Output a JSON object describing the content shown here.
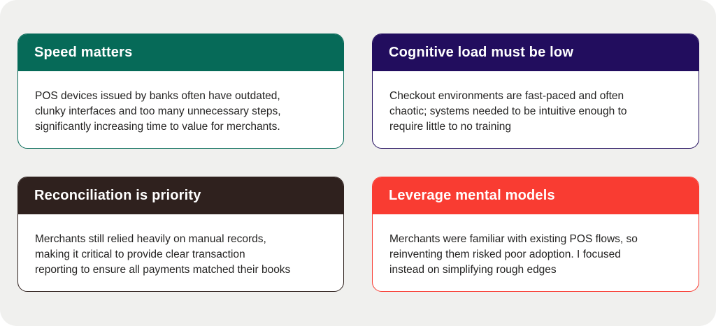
{
  "page": {
    "background_color": "#F0F0EE",
    "card_body_background": "#ffffff",
    "header_text_color": "#ffffff",
    "body_text_color": "#242322"
  },
  "cards": [
    {
      "title": "Speed matters",
      "body": "POS devices issued by banks often have outdated,\nclunky interfaces and too many unnecessary steps,\nsignificantly increasing time to value for merchants.",
      "color": "#066A58"
    },
    {
      "title": "Cognitive load must be low",
      "body": "Checkout environments are fast-paced and often\nchaotic; systems needed to be intuitive enough to\nrequire little to no training",
      "color": "#220D5E"
    },
    {
      "title": "Reconciliation is priority",
      "body": "Merchants still relied heavily on manual records,\nmaking it critical to provide clear transaction\nreporting to ensure all payments matched their books",
      "color": "#2F211E"
    },
    {
      "title": "Leverage mental models",
      "body": "Merchants were familiar with existing POS flows, so\nreinventing them risked poor adoption. I focused\ninstead on simplifying rough edges",
      "color": "#F93C32"
    }
  ]
}
